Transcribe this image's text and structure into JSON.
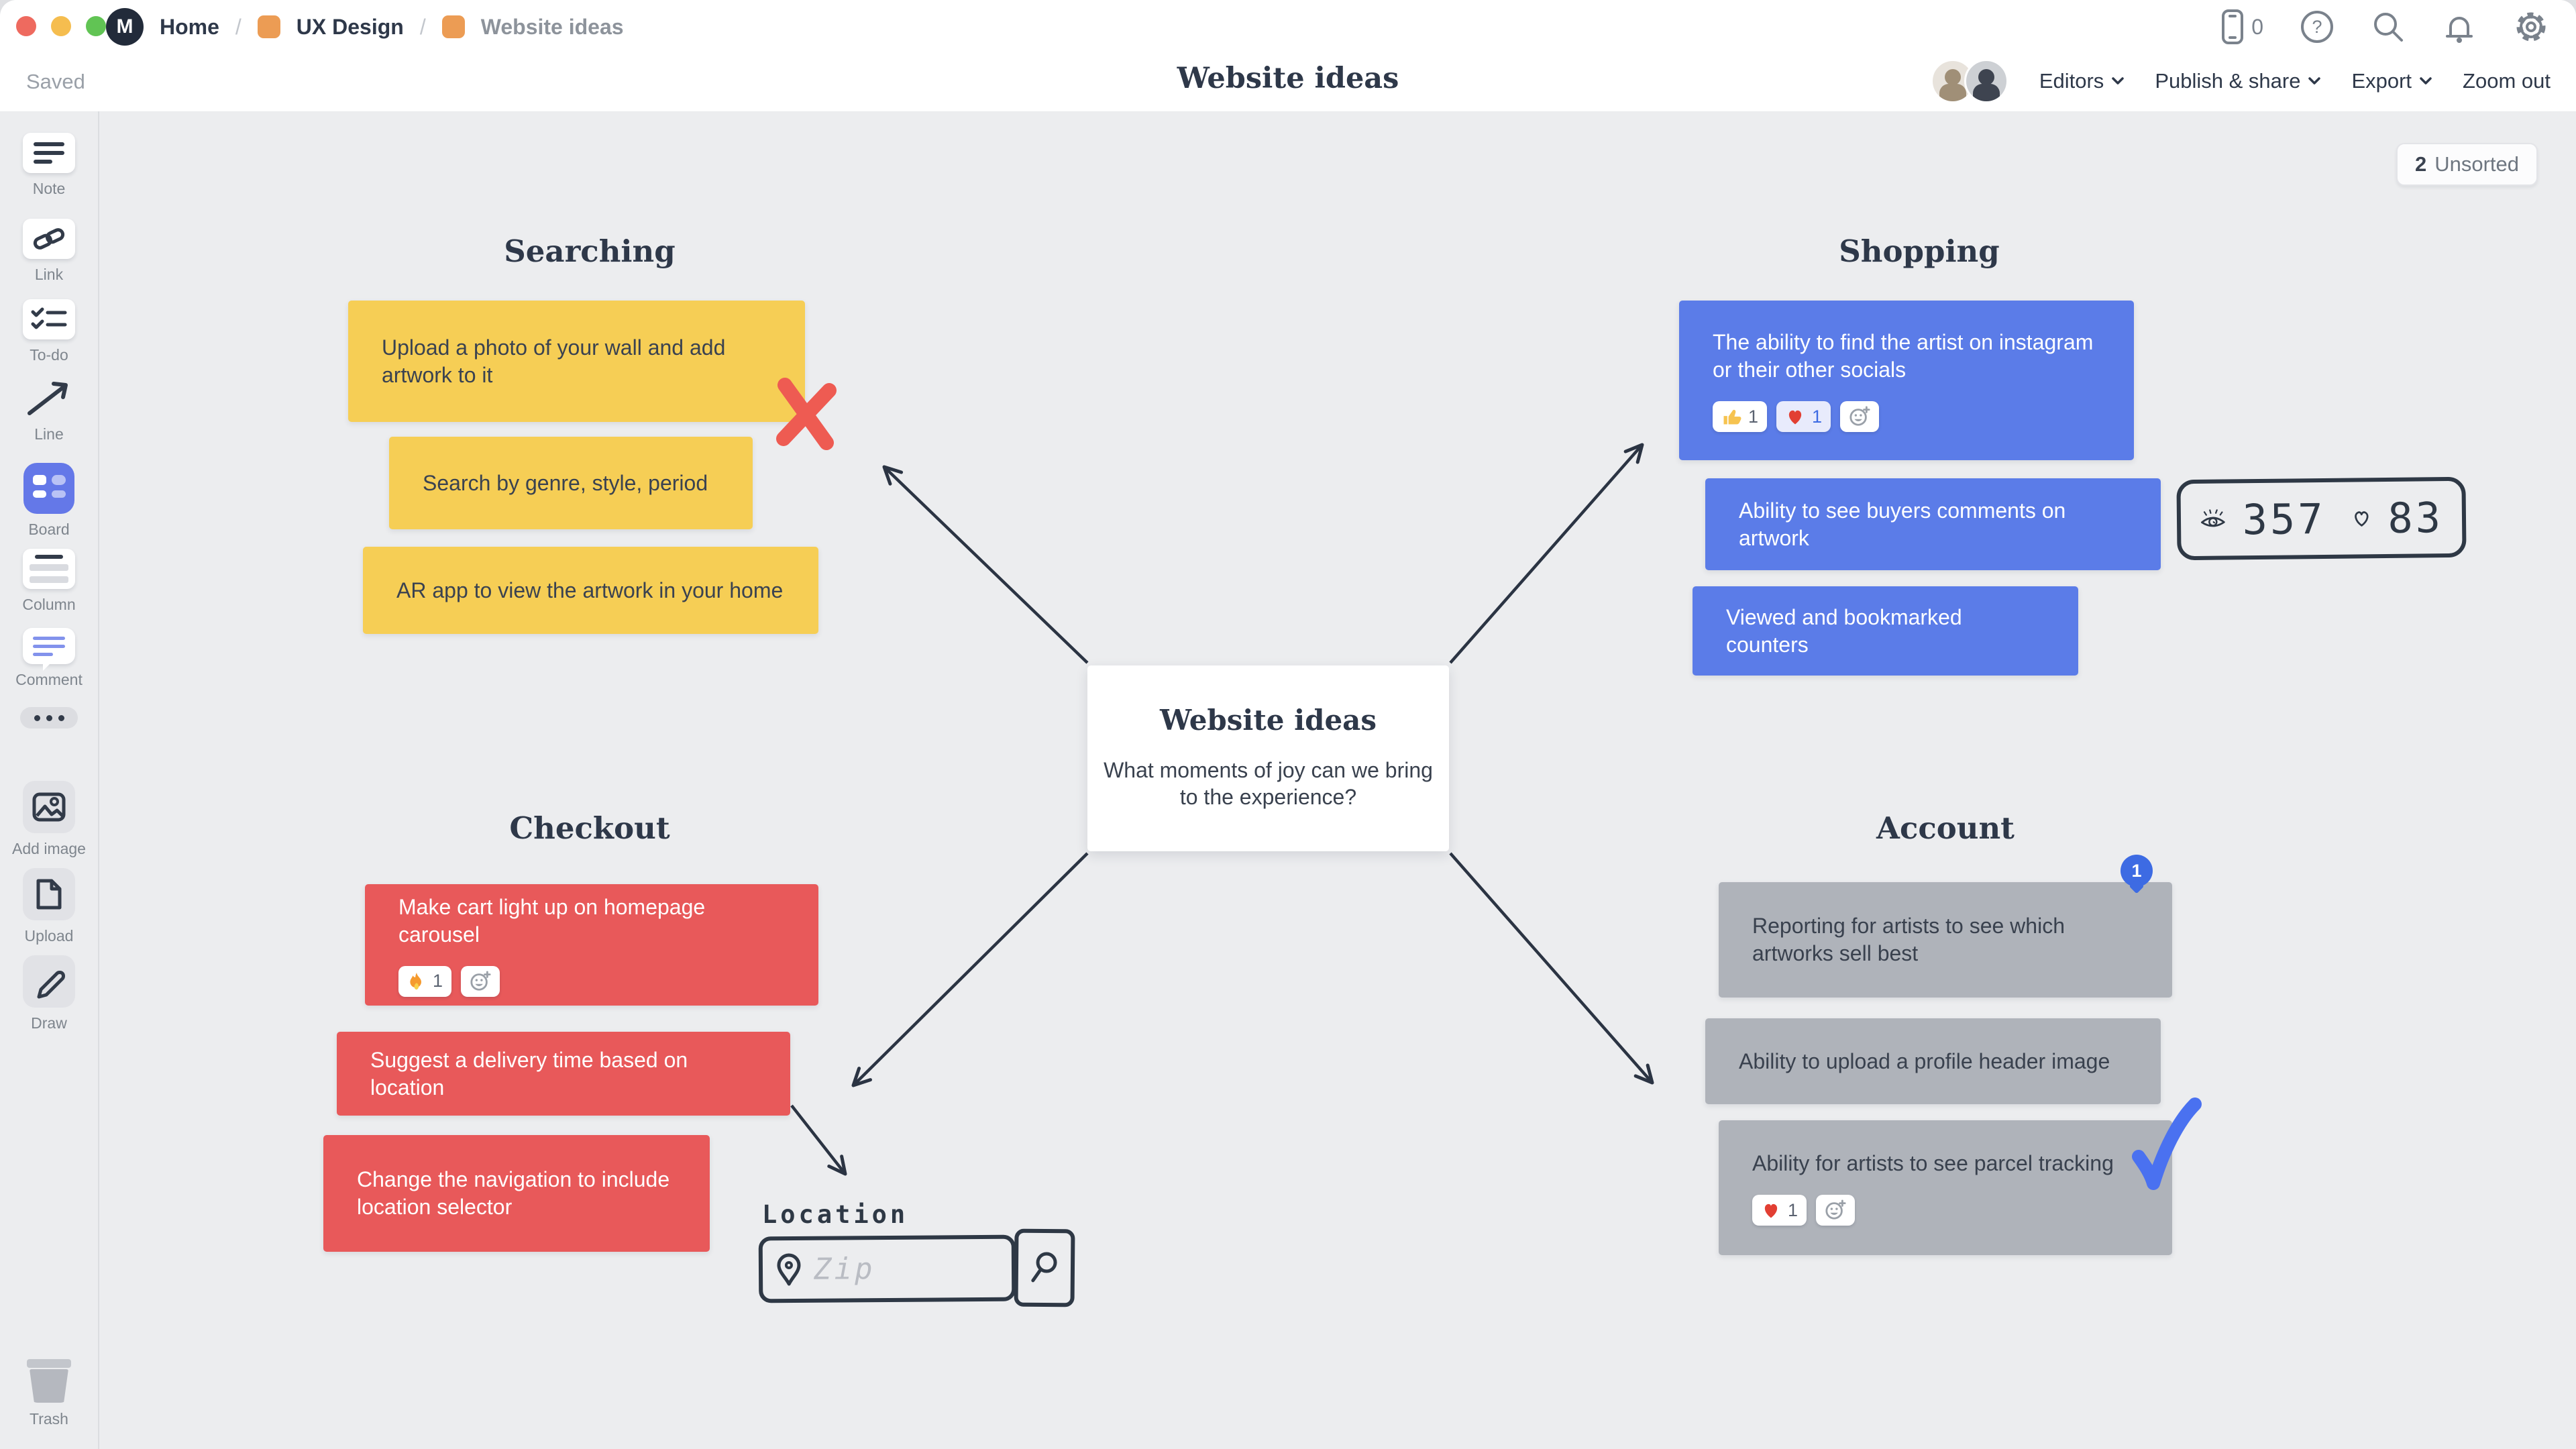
{
  "window": {
    "traffic_lights": {
      "close": "#EE6A5F",
      "minimize": "#F5BD4F",
      "zoom": "#61C454"
    }
  },
  "breadcrumb": {
    "logo_letter": "M",
    "separator": "/",
    "items": [
      {
        "label": "Home"
      },
      {
        "label": "UX Design"
      },
      {
        "label": "Website ideas"
      }
    ]
  },
  "topbar": {
    "device_count": "0"
  },
  "header": {
    "saved_status": "Saved",
    "title": "Website ideas",
    "editors_label": "Editors",
    "publish_label": "Publish & share",
    "export_label": "Export",
    "zoom_out_label": "Zoom out"
  },
  "canvas": {
    "unsorted_count": "2",
    "unsorted_label": "Unsorted"
  },
  "sidebar": {
    "items": [
      {
        "label": "Note"
      },
      {
        "label": "Link"
      },
      {
        "label": "To-do"
      },
      {
        "label": "Line"
      },
      {
        "label": "Board"
      },
      {
        "label": "Column"
      },
      {
        "label": "Comment"
      },
      {
        "label": "Add image"
      },
      {
        "label": "Upload"
      },
      {
        "label": "Draw"
      }
    ],
    "trash_label": "Trash"
  },
  "center_card": {
    "title": "Website ideas",
    "subtitle": "What moments of joy can we bring to the experience?"
  },
  "sections": {
    "searching": {
      "title": "Searching",
      "cards": [
        {
          "text": "Upload a photo of your wall and add artwork to it"
        },
        {
          "text": "Search by genre, style, period"
        },
        {
          "text": "AR app to view the artwork in your home"
        }
      ]
    },
    "shopping": {
      "title": "Shopping",
      "cards": [
        {
          "text": "The ability to find the artist on instagram or their other socials",
          "reactions": [
            {
              "name": "thumbs-up",
              "count": "1"
            },
            {
              "name": "heart",
              "count": "1"
            },
            {
              "name": "add-reaction"
            }
          ]
        },
        {
          "text": "Ability to see buyers comments on artwork"
        },
        {
          "text": "Viewed and bookmarked counters"
        }
      ]
    },
    "checkout": {
      "title": "Checkout",
      "cards": [
        {
          "text": "Make cart light up on homepage carousel",
          "reactions": [
            {
              "name": "fire",
              "count": "1"
            },
            {
              "name": "add-reaction"
            }
          ]
        },
        {
          "text": "Suggest a delivery time based on location"
        },
        {
          "text": "Change the navigation to include location selector"
        }
      ]
    },
    "account": {
      "title": "Account",
      "cards": [
        {
          "text": "Reporting for artists to see which artworks sell best",
          "comment_count": "1"
        },
        {
          "text": "Ability to upload a profile header image"
        },
        {
          "text": "Ability for artists to see parcel tracking",
          "reactions": [
            {
              "name": "heart",
              "count": "1"
            },
            {
              "name": "add-reaction"
            }
          ]
        }
      ]
    }
  },
  "doodles": {
    "views_count": "357",
    "likes_count": "83",
    "location_label": "Location",
    "zip_placeholder": "Zip"
  },
  "colors": {
    "note_yellow": "#F6CE55",
    "note_blue": "#5B7CE8",
    "note_red": "#E8595A",
    "note_gray": "#AFB3BA",
    "ink_navy": "#2E3845",
    "accent_blue": "#3D6BE3",
    "doodle_red": "#EE5B52",
    "doodle_check_blue": "#4A71F0",
    "canvas_bg": "#ECEDEF"
  }
}
